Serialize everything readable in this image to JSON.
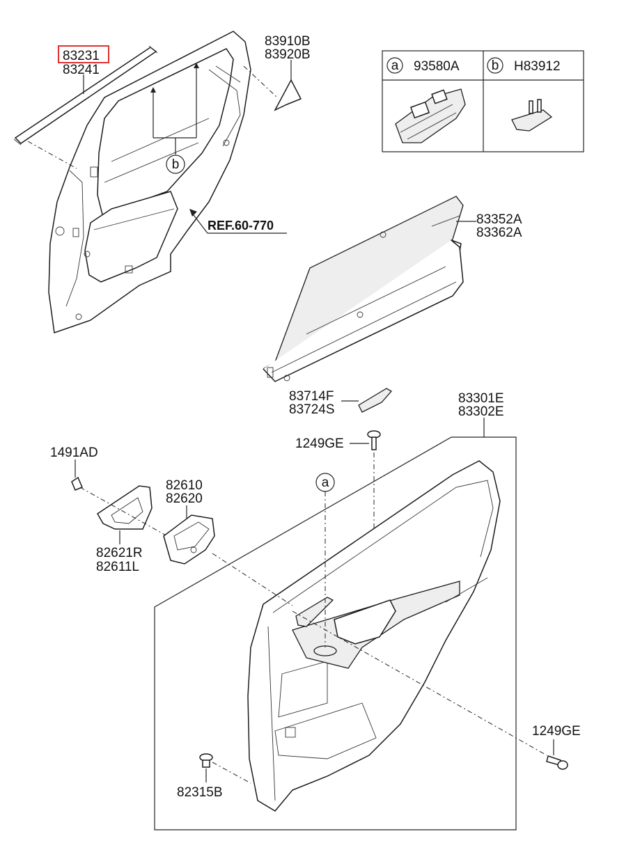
{
  "highlight_color": "#e03030",
  "labels": {
    "p83231": "83231",
    "p83241": "83241",
    "p83910b": "83910B",
    "p83920b": "83920B",
    "ref": "REF.60-770",
    "p83352a": "83352A",
    "p83362a": "83362A",
    "p83714f": "83714F",
    "p83724s": "83724S",
    "p1249ge_top": "1249GE",
    "p83301e": "83301E",
    "p83302e": "83302E",
    "p1491ad": "1491AD",
    "p82610": "82610",
    "p82620": "82620",
    "p82621r": "82621R",
    "p82611l": "82611L",
    "p1249ge_bottom": "1249GE",
    "p82315b": "82315B"
  },
  "callouts": {
    "a": "a",
    "b": "b"
  },
  "legend": {
    "a_letter": "a",
    "a_part": "93580A",
    "b_letter": "b",
    "b_part": "H83912"
  }
}
